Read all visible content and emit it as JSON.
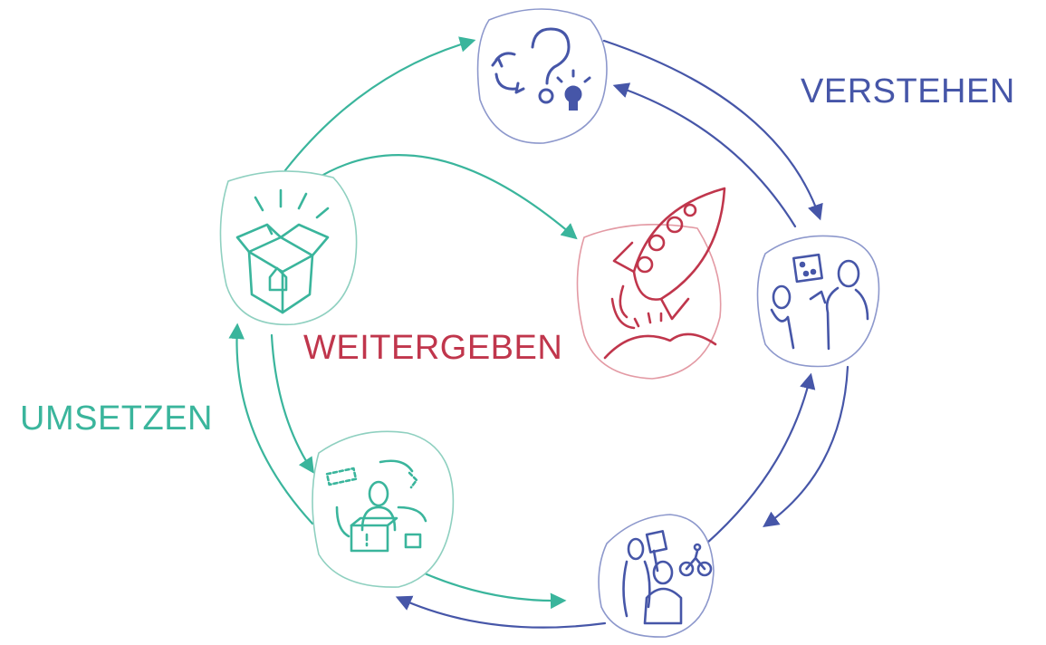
{
  "labels": {
    "verstehen": "VERSTEHEN",
    "weitergeben": "WEITERGEBEN",
    "umsetzen": "UMSETZEN"
  },
  "colors": {
    "blue": "#4656a8",
    "teal": "#3ab59c",
    "red": "#c0364c",
    "blob_blue_stroke": "#8d98cc",
    "blob_teal_stroke": "#8fd0c0",
    "blob_red_stroke": "#e39aa4"
  },
  "nodes": [
    {
      "id": "question",
      "icon": "question-lightbulb-icon",
      "phase": "VERSTEHEN"
    },
    {
      "id": "dice",
      "icon": "people-dice-icon",
      "phase": "VERSTEHEN"
    },
    {
      "id": "city",
      "icon": "people-city-bike-icon",
      "phase": "VERSTEHEN"
    },
    {
      "id": "person",
      "icon": "person-box-cycle-icon",
      "phase": "UMSETZEN"
    },
    {
      "id": "box",
      "icon": "open-box-icon",
      "phase": "UMSETZEN"
    },
    {
      "id": "rocket",
      "icon": "rocket-icon",
      "phase": "WEITERGEBEN"
    }
  ]
}
